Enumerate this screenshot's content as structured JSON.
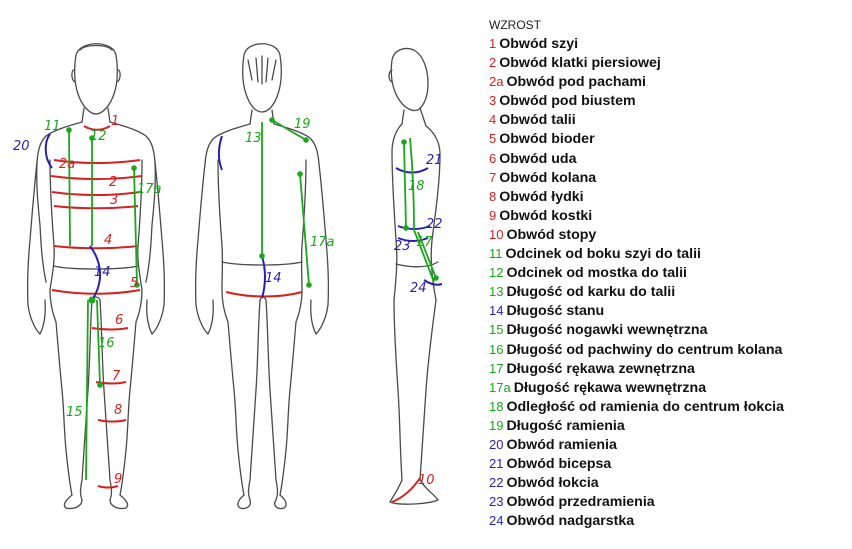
{
  "legend": {
    "title": "WZROST",
    "items": [
      {
        "num": "1",
        "label": "Obwód szyi",
        "color": "#d62020"
      },
      {
        "num": "2",
        "label": "Obwód klatki piersiowej",
        "color": "#d62020"
      },
      {
        "num": "2a",
        "label": "Obwód pod pachami",
        "color": "#d62020"
      },
      {
        "num": "3",
        "label": "Obwód pod biustem",
        "color": "#d62020"
      },
      {
        "num": "4",
        "label": "Obwód talii",
        "color": "#d62020"
      },
      {
        "num": "5",
        "label": "Obwód bioder",
        "color": "#d62020"
      },
      {
        "num": "6",
        "label": "Obwód uda",
        "color": "#d62020"
      },
      {
        "num": "7",
        "label": "Obwód kolana",
        "color": "#d62020"
      },
      {
        "num": "8",
        "label": "Obwód łydki",
        "color": "#d62020"
      },
      {
        "num": "9",
        "label": "Obwód kostki",
        "color": "#d62020"
      },
      {
        "num": "10",
        "label": "Obwód stopy",
        "color": "#d62020"
      },
      {
        "num": "11",
        "label": "Odcinek od boku szyi do talii",
        "color": "#1aa81a"
      },
      {
        "num": "12",
        "label": "Odcinek od mostka do talii",
        "color": "#1aa81a"
      },
      {
        "num": "13",
        "label": "Długość od karku do talii",
        "color": "#1aa81a"
      },
      {
        "num": "14",
        "label": "Długość stanu",
        "color": "#2a1fb0"
      },
      {
        "num": "15",
        "label": "Długość nogawki wewnętrzna",
        "color": "#1aa81a"
      },
      {
        "num": "16",
        "label": "Długość od pachwiny do centrum kolana",
        "color": "#1aa81a"
      },
      {
        "num": "17",
        "label": "Długość rękawa zewnętrzna",
        "color": "#1aa81a"
      },
      {
        "num": "17a",
        "label": "Długość rękawa wewnętrzna",
        "color": "#1aa81a"
      },
      {
        "num": "18",
        "label": "Odległość od ramienia do centrum łokcia",
        "color": "#1aa81a"
      },
      {
        "num": "19",
        "label": "Długość ramienia",
        "color": "#1aa81a"
      },
      {
        "num": "20",
        "label": "Obwód ramienia",
        "color": "#2a1fb0"
      },
      {
        "num": "21",
        "label": "Obwód bicepsa",
        "color": "#2a1fb0"
      },
      {
        "num": "22",
        "label": "Obwód łokcia",
        "color": "#2a1fb0"
      },
      {
        "num": "23",
        "label": "Obwód przedramienia",
        "color": "#2a1fb0"
      },
      {
        "num": "24",
        "label": "Obwód nadgarstka",
        "color": "#2a1fb0"
      }
    ]
  },
  "figure_labels": {
    "front": {
      "l1": "1",
      "l2": "2",
      "l2a": "2a",
      "l3": "3",
      "l4": "4",
      "l5": "5",
      "l6": "6",
      "l7": "7",
      "l8": "8",
      "l9": "9",
      "l11": "11",
      "l12": "12",
      "l14": "14",
      "l15": "15",
      "l16": "16",
      "l17a": "17a",
      "l20": "20"
    },
    "back": {
      "l13": "13",
      "l14": "14",
      "l17a": "17a",
      "l19": "19"
    },
    "side": {
      "l10": "10",
      "l17": "17",
      "l18": "18",
      "l21": "21",
      "l22": "22",
      "l23": "23",
      "l24": "24"
    }
  },
  "colors": {
    "red": "#d62020",
    "green": "#1aa81a",
    "blue": "#2a1fb0",
    "sketch": "#4a4a4a"
  }
}
